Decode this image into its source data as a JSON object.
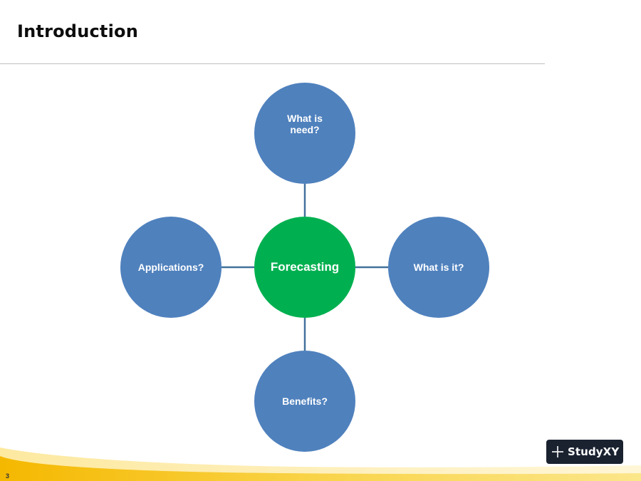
{
  "slide": {
    "title": "Introduction",
    "page_number": "3"
  },
  "diagram": {
    "center": "Forecasting",
    "nodes": {
      "top": "What is\nneed?",
      "right": "What is it?",
      "bottom": "Benefits?",
      "left": "Applications?"
    },
    "colors": {
      "outer": "#4f81bd",
      "center": "#00b050",
      "connector": "#41719c"
    }
  },
  "logo": {
    "brand": "StudyXY",
    "icon": "plus-icon"
  }
}
